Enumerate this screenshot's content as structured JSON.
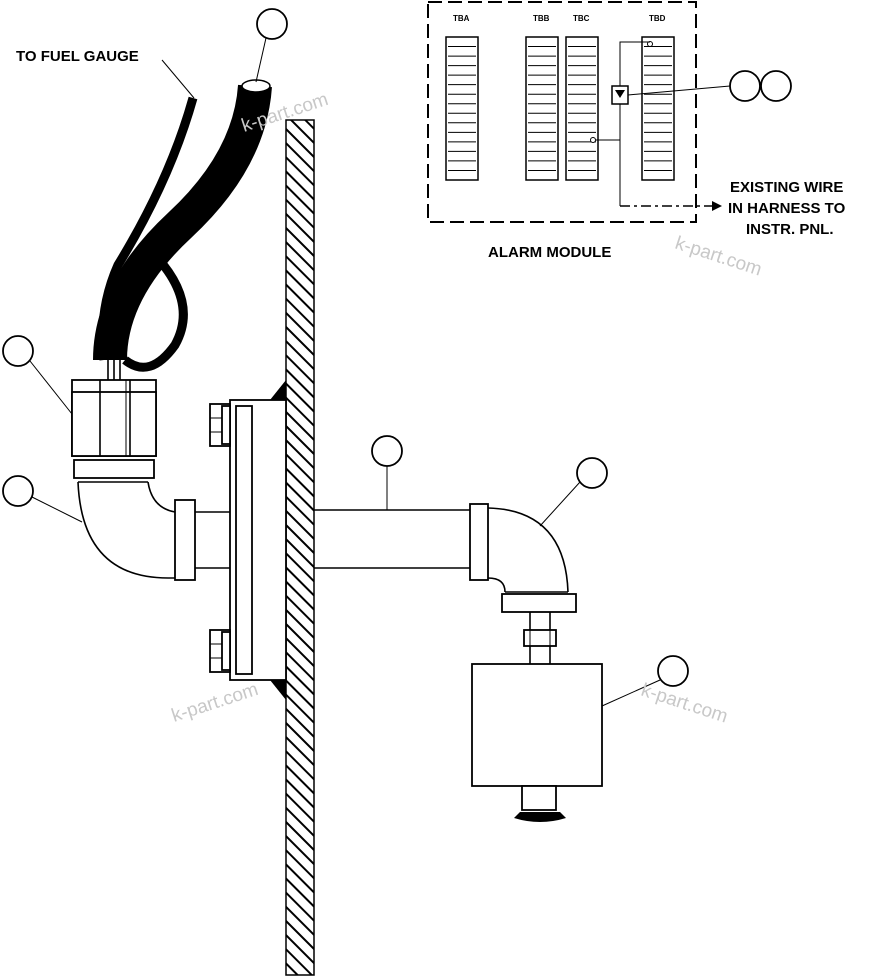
{
  "labels": {
    "fuel_gauge": "TO FUEL GAUGE",
    "alarm_module": "ALARM MODULE",
    "existing_wire": [
      "EXISTING WIRE",
      "IN HARNESS TO",
      "INSTR. PNL."
    ]
  },
  "terminal_blocks": [
    "TBA",
    "TBB",
    "TBC",
    "TBD"
  ],
  "watermark": "k-part.com"
}
